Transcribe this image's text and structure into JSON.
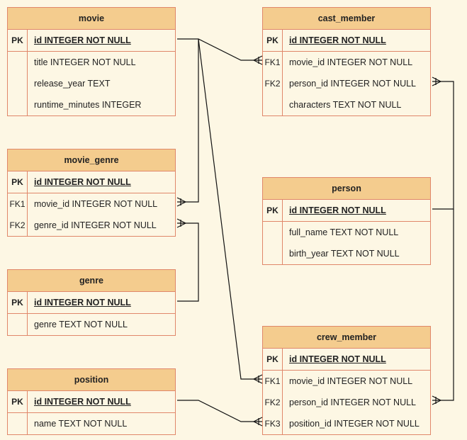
{
  "tables": {
    "movie": {
      "title": "movie",
      "rows": [
        {
          "key": "PK",
          "field": "id INTEGER NOT NULL"
        },
        {
          "key": "",
          "field": "title INTEGER NOT NULL"
        },
        {
          "key": "",
          "field": "release_year TEXT"
        },
        {
          "key": "",
          "field": "runtime_minutes INTEGER"
        }
      ]
    },
    "movie_genre": {
      "title": "movie_genre",
      "rows": [
        {
          "key": "PK",
          "field": "id INTEGER NOT NULL"
        },
        {
          "key": "FK1",
          "field": "movie_id INTEGER NOT NULL"
        },
        {
          "key": "FK2",
          "field": "genre_id INTEGER NOT NULL"
        }
      ]
    },
    "genre": {
      "title": "genre",
      "rows": [
        {
          "key": "PK",
          "field": "id INTEGER NOT NULL"
        },
        {
          "key": "",
          "field": "genre TEXT NOT NULL"
        }
      ]
    },
    "position": {
      "title": "position",
      "rows": [
        {
          "key": "PK",
          "field": "id INTEGER NOT NULL"
        },
        {
          "key": "",
          "field": "name TEXT NOT NULL"
        }
      ]
    },
    "cast_member": {
      "title": "cast_member",
      "rows": [
        {
          "key": "PK",
          "field": "id INTEGER NOT NULL"
        },
        {
          "key": "FK1",
          "field": "movie_id INTEGER NOT NULL"
        },
        {
          "key": "FK2",
          "field": "person_id INTEGER NOT NULL"
        },
        {
          "key": "",
          "field": "characters TEXT NOT NULL"
        }
      ]
    },
    "person": {
      "title": "person",
      "rows": [
        {
          "key": "PK",
          "field": "id INTEGER NOT NULL"
        },
        {
          "key": "",
          "field": "full_name TEXT NOT NULL"
        },
        {
          "key": "",
          "field": "birth_year TEXT NOT NULL"
        }
      ]
    },
    "crew_member": {
      "title": "crew_member",
      "rows": [
        {
          "key": "PK",
          "field": "id INTEGER NOT NULL"
        },
        {
          "key": "FK1",
          "field": "movie_id INTEGER NOT NULL"
        },
        {
          "key": "FK2",
          "field": "person_id INTEGER NOT NULL"
        },
        {
          "key": "FK3",
          "field": "position_id INTEGER NOT NULL"
        }
      ]
    }
  },
  "colors": {
    "background": "#fdf7e4",
    "header": "#f4cc8e",
    "border": "#e0876a",
    "line": "#111111"
  }
}
